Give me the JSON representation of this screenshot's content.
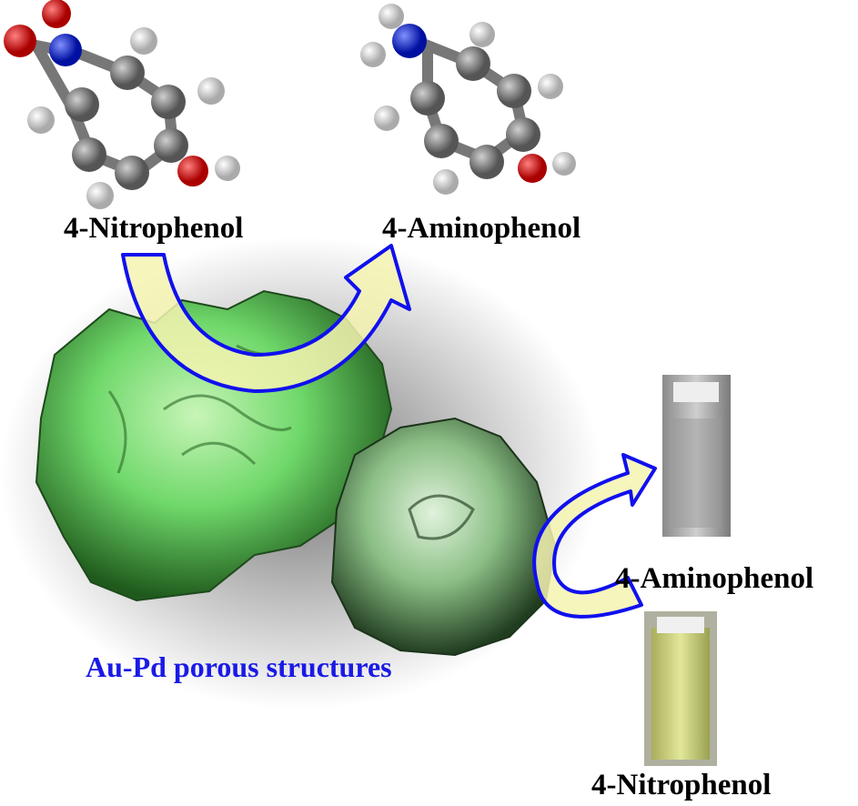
{
  "molecules": {
    "reactant_label": "4-Nitrophenol",
    "product_label": "4-Aminophenol"
  },
  "catalyst_label": "Au-Pd porous structures",
  "cuvettes": {
    "top_label": "4-Aminophenol",
    "bottom_label": "4-Nitrophenol"
  },
  "colors": {
    "arrow_fill": "#f5f3b0",
    "arrow_stroke": "#1010ee",
    "catalyst_green": "#6fd86a",
    "carbon": "#7a7a7a",
    "oxygen": "#d01010",
    "nitrogen": "#1a2ad0",
    "hydrogen": "#e8e8e8"
  }
}
